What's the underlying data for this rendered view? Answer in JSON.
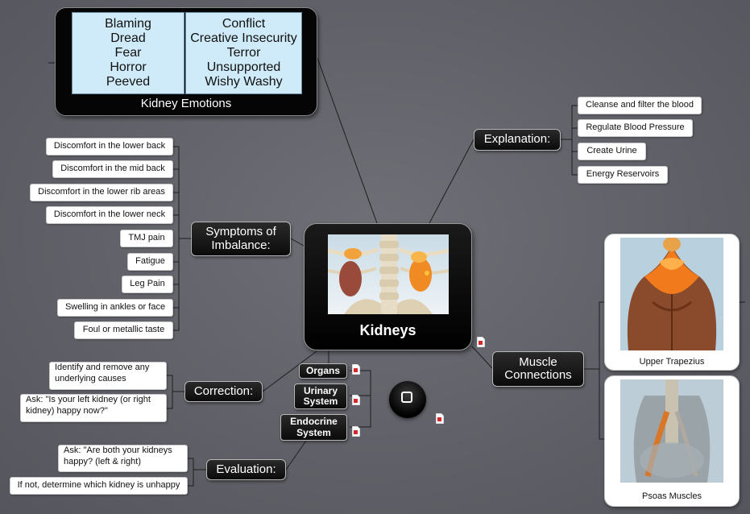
{
  "emotions": {
    "title": "Kidney Emotions",
    "left": [
      "Blaming",
      "Dread",
      "Fear",
      "Horror",
      "Peeved"
    ],
    "right": [
      "Conflict",
      "Creative Insecurity",
      "Terror",
      "Unsupported",
      "Wishy Washy"
    ]
  },
  "center": {
    "title": "Kidneys"
  },
  "explanation": {
    "label": "Explanation:",
    "items": [
      "Cleanse and filter the blood",
      "Regulate Blood Pressure",
      "Create Urine",
      "Energy Reservoirs"
    ]
  },
  "symptoms": {
    "label_line1": "Symptoms of",
    "label_line2": "Imbalance:",
    "items": [
      "Discomfort in the lower back",
      "Discomfort in the mid back",
      "Discomfort in the lower rib areas",
      "Discomfort in the lower neck",
      "TMJ pain",
      "Fatigue",
      "Leg Pain",
      "Swelling in ankles or face",
      "Foul or metallic taste"
    ]
  },
  "muscle": {
    "label_line1": "Muscle",
    "label_line2": "Connections",
    "cards": [
      "Upper Trapezius",
      "Psoas Muscles"
    ]
  },
  "correction": {
    "label": "Correction:",
    "items": [
      {
        "line1": "Identify and remove any",
        "line2": "underlying causes"
      },
      {
        "line1": "Ask: \"Is your left kidney (or right",
        "line2": "kidney) happy now?\""
      }
    ]
  },
  "evaluation": {
    "label": "Evaluation:",
    "items": [
      {
        "line1": "Ask: \"Are both your kidneys",
        "line2": "happy? (left & right)"
      },
      {
        "line1": "If not, determine which kidney is unhappy",
        "line2": ""
      }
    ]
  },
  "organs": {
    "organs_label": "Organs",
    "urinary_line1": "Urinary",
    "urinary_line2": "System",
    "endocrine_line1": "Endocrine",
    "endocrine_line2": "System"
  },
  "icons": {
    "document": "pdf-document-icon",
    "tablet": "tablet-icon"
  }
}
